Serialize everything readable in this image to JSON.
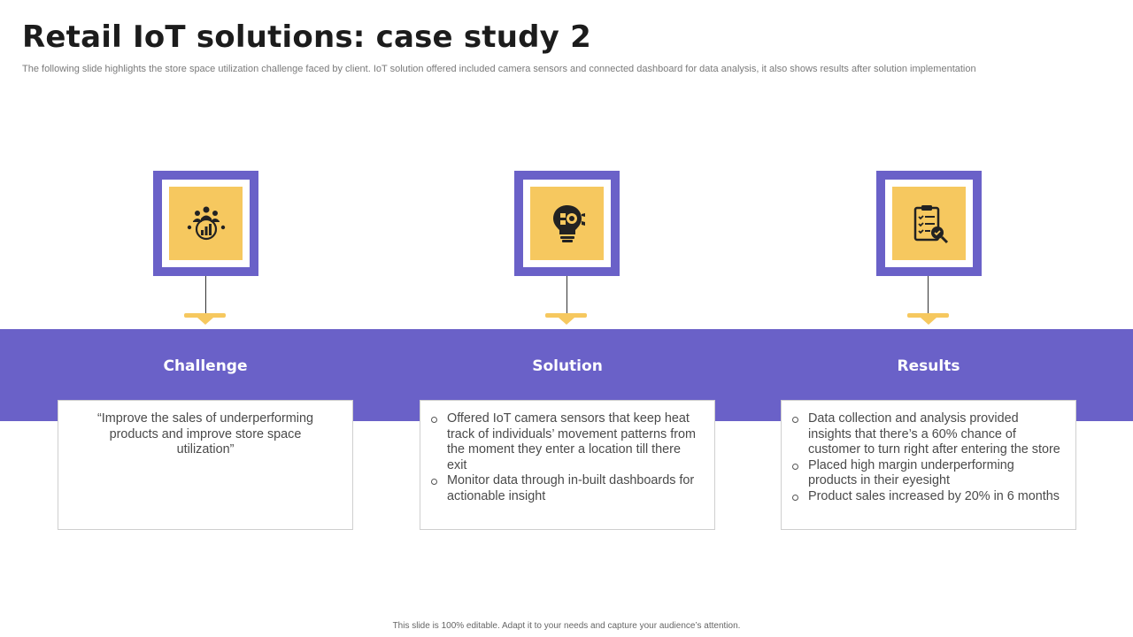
{
  "title": "Retail IoT solutions: case study 2",
  "subtitle": "The following slide highlights the store space utilization challenge faced by client. IoT solution offered included camera sensors and connected dashboard for data analysis, it also shows results after solution implementation",
  "colors": {
    "accent": "#6a61c8",
    "highlight": "#f6c85f"
  },
  "columns": [
    {
      "heading": "Challenge",
      "icon": "people-analytics-icon",
      "quote": "“Improve the sales of underperforming products and improve store space utilization”"
    },
    {
      "heading": "Solution",
      "icon": "lightbulb-gear-icon",
      "bullets": [
        "Offered IoT camera sensors that keep heat track of individuals’ movement patterns from the moment they enter a location till there exit",
        "Monitor data through in-built dashboards for actionable insight"
      ]
    },
    {
      "heading": "Results",
      "icon": "clipboard-check-icon",
      "bullets": [
        "Data collection and analysis provided insights that there’s a 60% chance of customer to turn right after entering the store",
        "Placed high margin underperforming products in their eyesight",
        "Product sales increased by 20% in 6 months"
      ]
    }
  ],
  "footer": "This slide is 100% editable. Adapt it to your needs and capture your audience’s attention."
}
